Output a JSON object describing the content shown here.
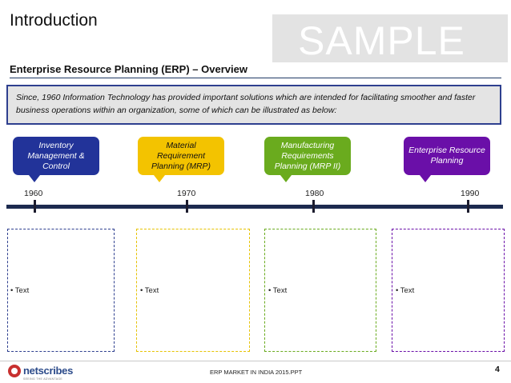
{
  "slide": {
    "title": "Introduction",
    "watermark": "SAMPLE",
    "subtitle": "Enterprise Resource Planning (ERP) – Overview",
    "intro_text": "Since, 1960 Information Technology has provided important solutions which are intended for facilitating smoother and faster business operations within an organization, some of which can be illustrated as below:"
  },
  "timeline": {
    "callouts": [
      {
        "label": "Inventory Management & Control",
        "color": "#223399"
      },
      {
        "label": "Material Requirement Planning (MRP)",
        "color": "#f3c300"
      },
      {
        "label": "Manufacturing Requirements Planning (MRP II)",
        "color": "#6aab1e"
      },
      {
        "label": "Enterprise Resource Planning",
        "color": "#6a0fa8"
      }
    ],
    "years": [
      "1960",
      "1970",
      "1980",
      "1990"
    ],
    "axis_color": "#1c2a4f"
  },
  "boxes": [
    {
      "bullet": "• Text",
      "border_color": "#2e3f8f"
    },
    {
      "bullet": "• Text",
      "border_color": "#e6c200"
    },
    {
      "bullet": "• Text",
      "border_color": "#6aab1e"
    },
    {
      "bullet": "• Text",
      "border_color": "#6a0fa8"
    }
  ],
  "footer": {
    "logo_text": "netscribes",
    "logo_tagline": "SEEING THE ADVANTAGE",
    "document_name": "ERP MARKET IN INDIA 2015.PPT",
    "page_number": "4",
    "logo_icon": "netscribes-logo-icon"
  }
}
